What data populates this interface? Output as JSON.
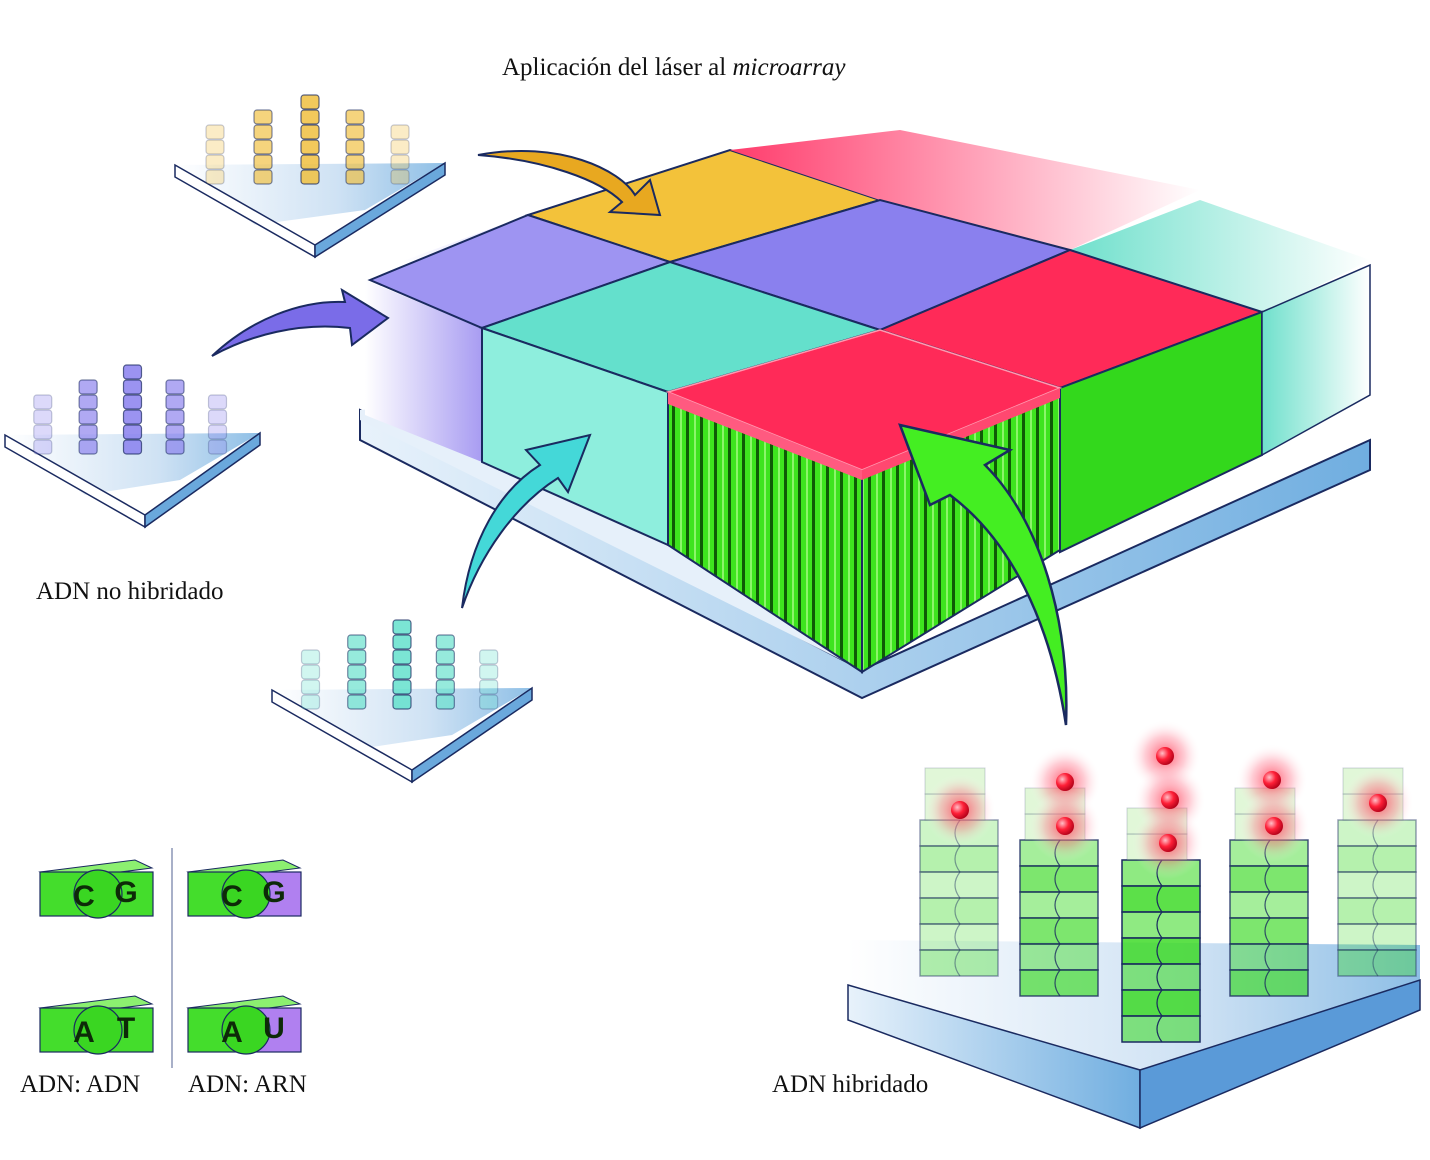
{
  "title": {
    "prefix": "Aplicación del láser al ",
    "italic": "microarray"
  },
  "labels": {
    "unhybridized": "ADN no hibridado",
    "hybridized": "ADN hibridado",
    "dna_dna": "ADN: ADN",
    "dna_rna": "ADN: ARN"
  },
  "base_pairs": {
    "dna_dna": [
      [
        "C",
        "G"
      ],
      [
        "A",
        "T"
      ]
    ],
    "dna_rna": [
      [
        "C",
        "G"
      ],
      [
        "A",
        "U"
      ]
    ]
  },
  "colors": {
    "yellow": "#f0c040",
    "purple": "#8a80ee",
    "teal": "#64e0cc",
    "pink": "#ff2a58",
    "green": "#33d81c",
    "rna_purple": "#b080f0",
    "plate": "#d6e6f6"
  }
}
